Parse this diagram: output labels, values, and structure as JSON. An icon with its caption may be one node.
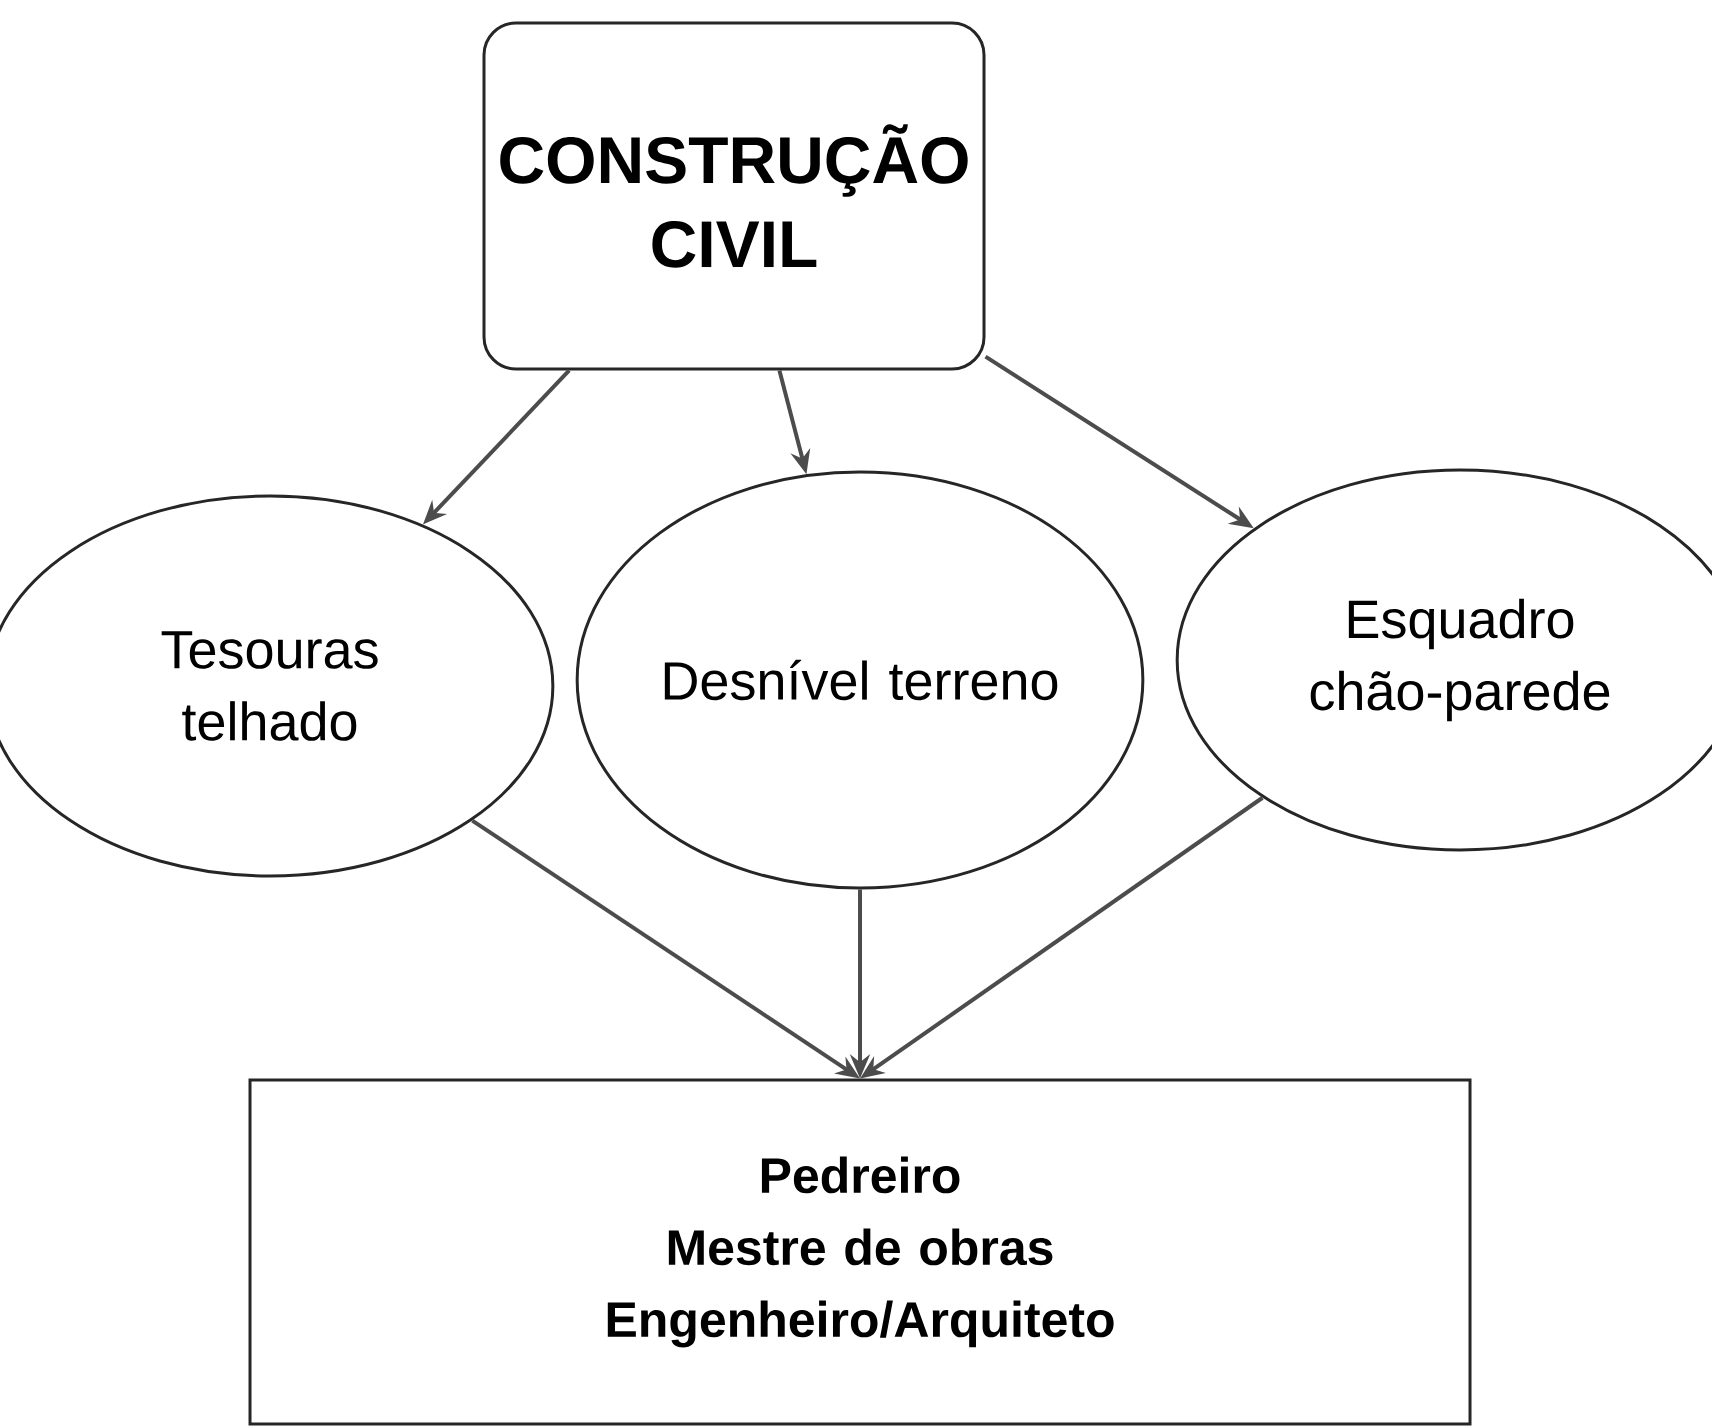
{
  "diagram": {
    "nodes": [
      {
        "text": [
          "CONSTRUÇÃO CIVIL"
        ]
      },
      {
        "text": [
          "Tesouras telhado"
        ]
      },
      {
        "text": [
          "Desnível terreno"
        ]
      },
      {
        "text": [
          "Esquadro chão-parede"
        ]
      },
      {
        "text": [
          "Pedreiro",
          "Mestre de obras",
          "Engenheiro/Arquiteto"
        ]
      }
    ],
    "edges": [
      {
        "from": 0,
        "to": 1,
        "arrow": "to"
      },
      {
        "from": 0,
        "to": 2,
        "arrow": "to"
      },
      {
        "from": 0,
        "to": 3,
        "arrow": "to"
      },
      {
        "from": 1,
        "to": 4,
        "arrow": "to"
      },
      {
        "from": 2,
        "to": 4,
        "arrow": "to"
      },
      {
        "from": 3,
        "to": 4,
        "arrow": "to"
      }
    ]
  }
}
